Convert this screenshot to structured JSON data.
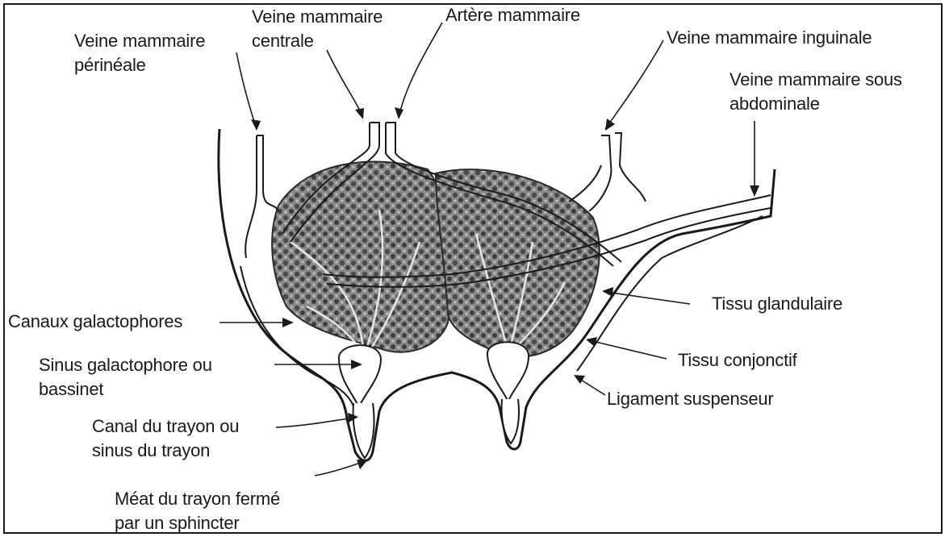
{
  "labels": {
    "veine_perineale": [
      "Veine mammaire",
      "périnéale"
    ],
    "veine_centrale": [
      "Veine mammaire",
      "centrale"
    ],
    "artere": [
      "Artère mammaire"
    ],
    "veine_inguinale": [
      "Veine mammaire inguinale"
    ],
    "veine_sous_abdominale": [
      "Veine mammaire sous",
      "abdominale"
    ],
    "canaux": [
      "Canaux galactophores"
    ],
    "tissu_glandulaire": [
      "Tissu glandulaire"
    ],
    "sinus_galactophore": [
      "Sinus galactophore ou",
      "bassinet"
    ],
    "tissu_conjonctif": [
      "Tissu conjonctif"
    ],
    "ligament": [
      "Ligament suspenseur"
    ],
    "canal_trayon": [
      "Canal du trayon ou",
      "sinus du trayon"
    ],
    "meat": [
      "Méat du trayon fermé",
      "par un sphincter"
    ]
  },
  "colors": {
    "ink": "#1a1a1a",
    "gland": "#6b6b6b",
    "gland_dark": "#3a3a3a",
    "paper": "#ffffff"
  }
}
